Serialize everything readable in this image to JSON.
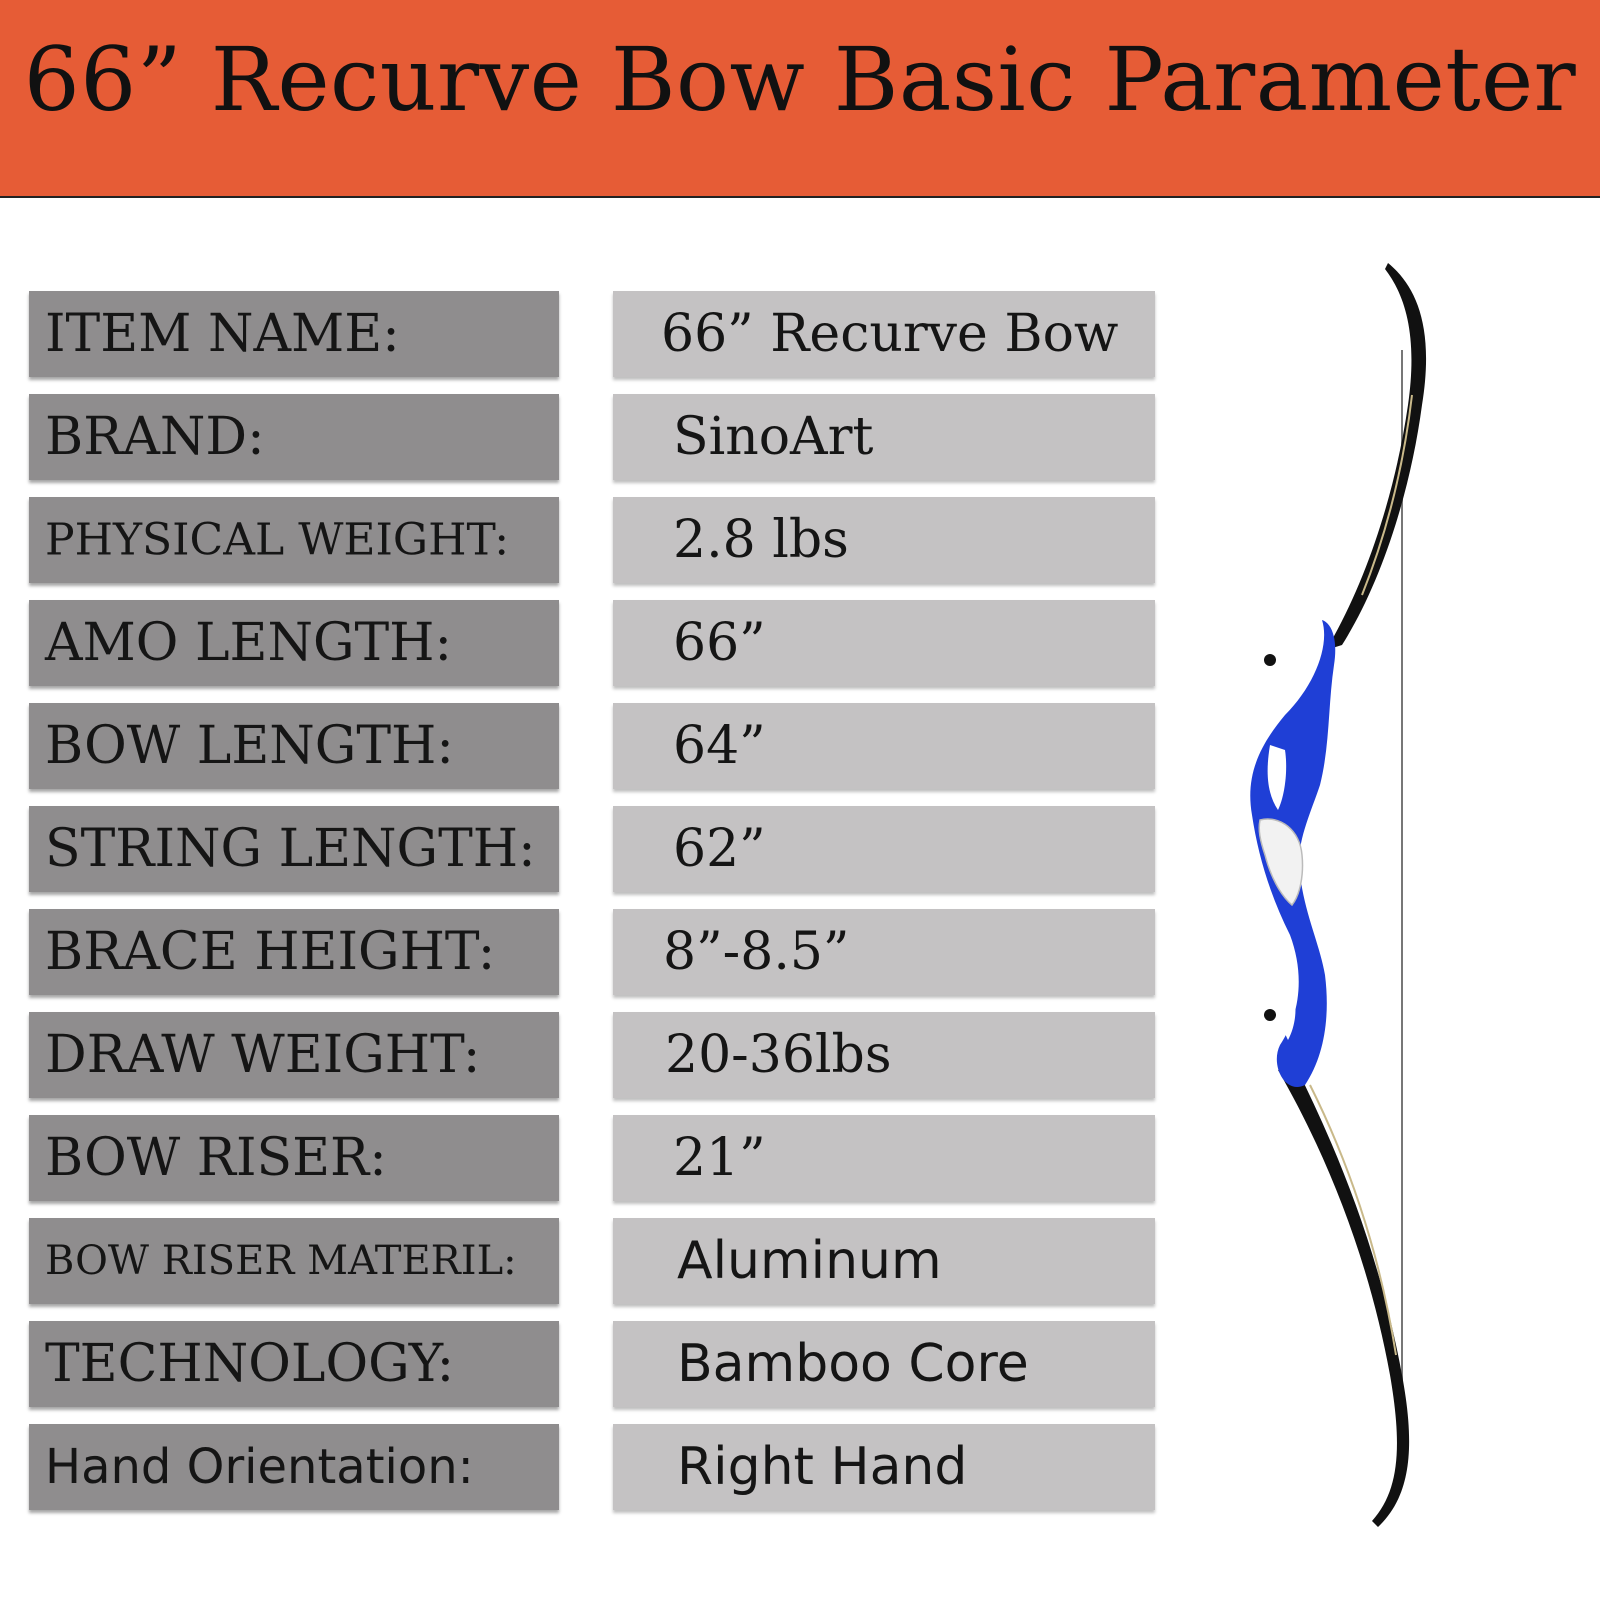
{
  "header": {
    "title": "66” Recurve Bow Basic Parameter",
    "background_color": "#e65c36"
  },
  "specs": [
    {
      "label": "ITEM NAME:",
      "value": "66” Recurve Bow"
    },
    {
      "label": "BRAND:",
      "value": "SinoArt"
    },
    {
      "label": "PHYSICAL WEIGHT:",
      "value": "2.8 lbs"
    },
    {
      "label": "AMO LENGTH:",
      "value": "66”"
    },
    {
      "label": "BOW LENGTH:",
      "value": "64”"
    },
    {
      "label": "STRING LENGTH:",
      "value": "62”"
    },
    {
      "label": "BRACE HEIGHT:",
      "value": "8”-8.5”"
    },
    {
      "label": "DRAW WEIGHT:",
      "value": "20-36lbs"
    },
    {
      "label": "BOW RISER:",
      "value": "21”"
    },
    {
      "label": "BOW RISER MATERIL:",
      "value": "Aluminum"
    },
    {
      "label": "TECHNOLOGY:",
      "value": "Bamboo Core"
    },
    {
      "label": "Hand Orientation:",
      "value": "Right Hand"
    }
  ],
  "colors": {
    "label_background": "#8f8d8e",
    "value_background": "#c4c2c3",
    "riser_color": "#1f3fd6",
    "limb_color": "#111111"
  }
}
